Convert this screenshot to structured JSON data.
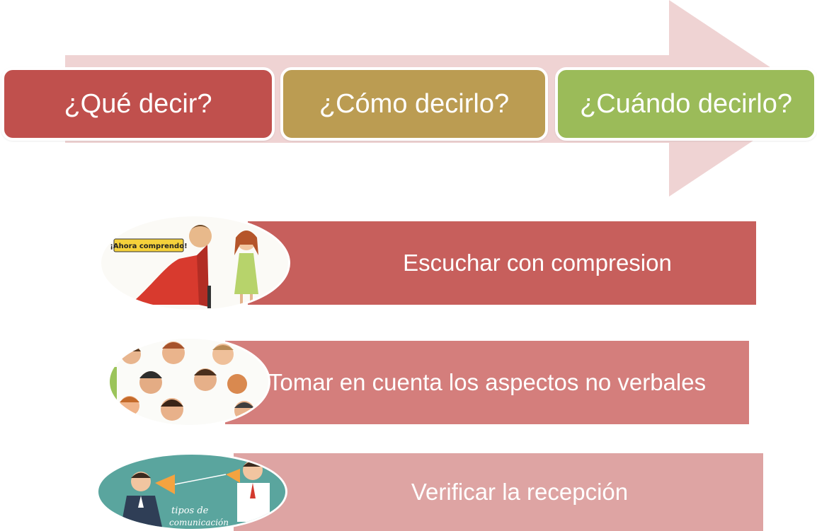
{
  "steps": [
    {
      "label": "¿Qué decir?",
      "color": "#c0504d"
    },
    {
      "label": "¿Cómo decirlo?",
      "color": "#bb9c52"
    },
    {
      "label": "¿Cuándo decirlo?",
      "color": "#9bbb59"
    }
  ],
  "items": [
    {
      "label": "Escuchar con compresion",
      "color": "#c75f5c",
      "image": "illustration-listening",
      "caption": "¡Ahora comprendo!"
    },
    {
      "label": "Tomar en cuenta los aspectos no verbales",
      "color": "#d47e7c",
      "image": "illustration-faces"
    },
    {
      "label": "Verificar la recepción",
      "color": "#dea4a3",
      "image": "illustration-communication",
      "caption": "tipos de comunicación"
    }
  ],
  "colors": {
    "arrow": "#efd3d3"
  }
}
